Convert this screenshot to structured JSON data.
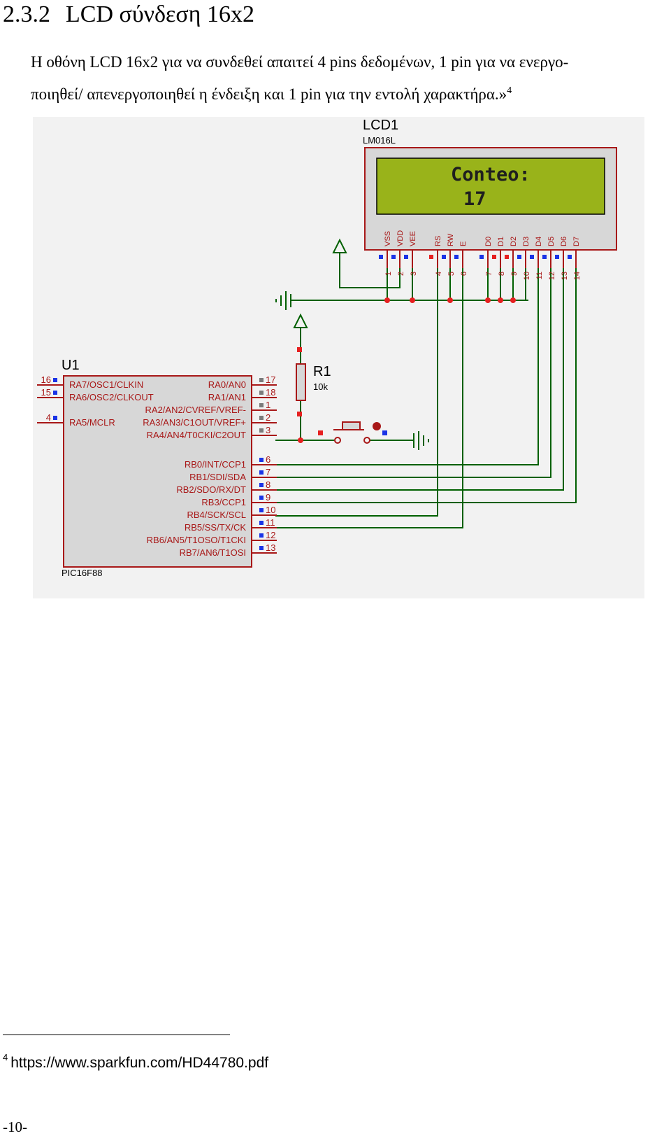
{
  "heading": {
    "number": "2.3.2",
    "title": "LCD σύνδεση 16x2"
  },
  "paragraph": {
    "line1": "Η οθόνη LCD 16x2 για να συνδεθεί απαιτεί 4 pins δεδομένων, 1 pin για να ενεργο-",
    "line2": "ποιηθεί/ απενεργοποιηθεί η ένδειξη  και 1 pin για την εντολή χαρακτήρα.»",
    "footnote_ref": "4"
  },
  "schematic": {
    "lcd": {
      "ref": "LCD1",
      "model": "LM016L",
      "screen_lines": [
        "Conteo:",
        "17"
      ],
      "pins": [
        {
          "name": "VSS",
          "num": "1"
        },
        {
          "name": "VDD",
          "num": "2"
        },
        {
          "name": "VEE",
          "num": "3"
        },
        {
          "name": "RS",
          "num": "4"
        },
        {
          "name": "RW",
          "num": "5"
        },
        {
          "name": "E",
          "num": "6"
        },
        {
          "name": "D0",
          "num": "7"
        },
        {
          "name": "D1",
          "num": "8"
        },
        {
          "name": "D2",
          "num": "9"
        },
        {
          "name": "D3",
          "num": "10"
        },
        {
          "name": "D4",
          "num": "11"
        },
        {
          "name": "D5",
          "num": "12"
        },
        {
          "name": "D6",
          "num": "13"
        },
        {
          "name": "D7",
          "num": "14"
        }
      ]
    },
    "mcu": {
      "ref": "U1",
      "model": "PIC16F88",
      "left_pins": [
        {
          "num": "16",
          "label": "RA7/OSC1/CLKIN"
        },
        {
          "num": "15",
          "label": "RA6/OSC2/CLKOUT"
        },
        {
          "num": "4",
          "label": "RA5/MCLR"
        }
      ],
      "right_pins": [
        {
          "num": "17",
          "label": "RA0/AN0"
        },
        {
          "num": "18",
          "label": "RA1/AN1"
        },
        {
          "num": "1",
          "label": "RA2/AN2/CVREF/VREF-"
        },
        {
          "num": "2",
          "label": "RA3/AN3/C1OUT/VREF+"
        },
        {
          "num": "3",
          "label": "RA4/AN4/T0CKI/C2OUT"
        },
        {
          "num": "6",
          "label": "RB0/INT/CCP1"
        },
        {
          "num": "7",
          "label": "RB1/SDI/SDA"
        },
        {
          "num": "8",
          "label": "RB2/SDO/RX/DT"
        },
        {
          "num": "9",
          "label": "RB3/CCP1"
        },
        {
          "num": "10",
          "label": "RB4/SCK/SCL"
        },
        {
          "num": "11",
          "label": "RB5/SS/TX/CK"
        },
        {
          "num": "12",
          "label": "RB6/AN5/T1OSO/T1CKI"
        },
        {
          "num": "13",
          "label": "RB7/AN6/T1OSI"
        }
      ]
    },
    "resistor": {
      "ref": "R1",
      "value": "10k"
    },
    "colors": {
      "wire": "#006000",
      "component": "#a81818",
      "body": "#d7d7d7",
      "lcd_screen": "#99b31a",
      "pin_blue": "#1a33e6",
      "pin_red": "#e62020"
    }
  },
  "footnote": {
    "marker": "4",
    "text": "https://www.sparkfun.com/HD44780.pdf"
  },
  "page_number": "-10-"
}
